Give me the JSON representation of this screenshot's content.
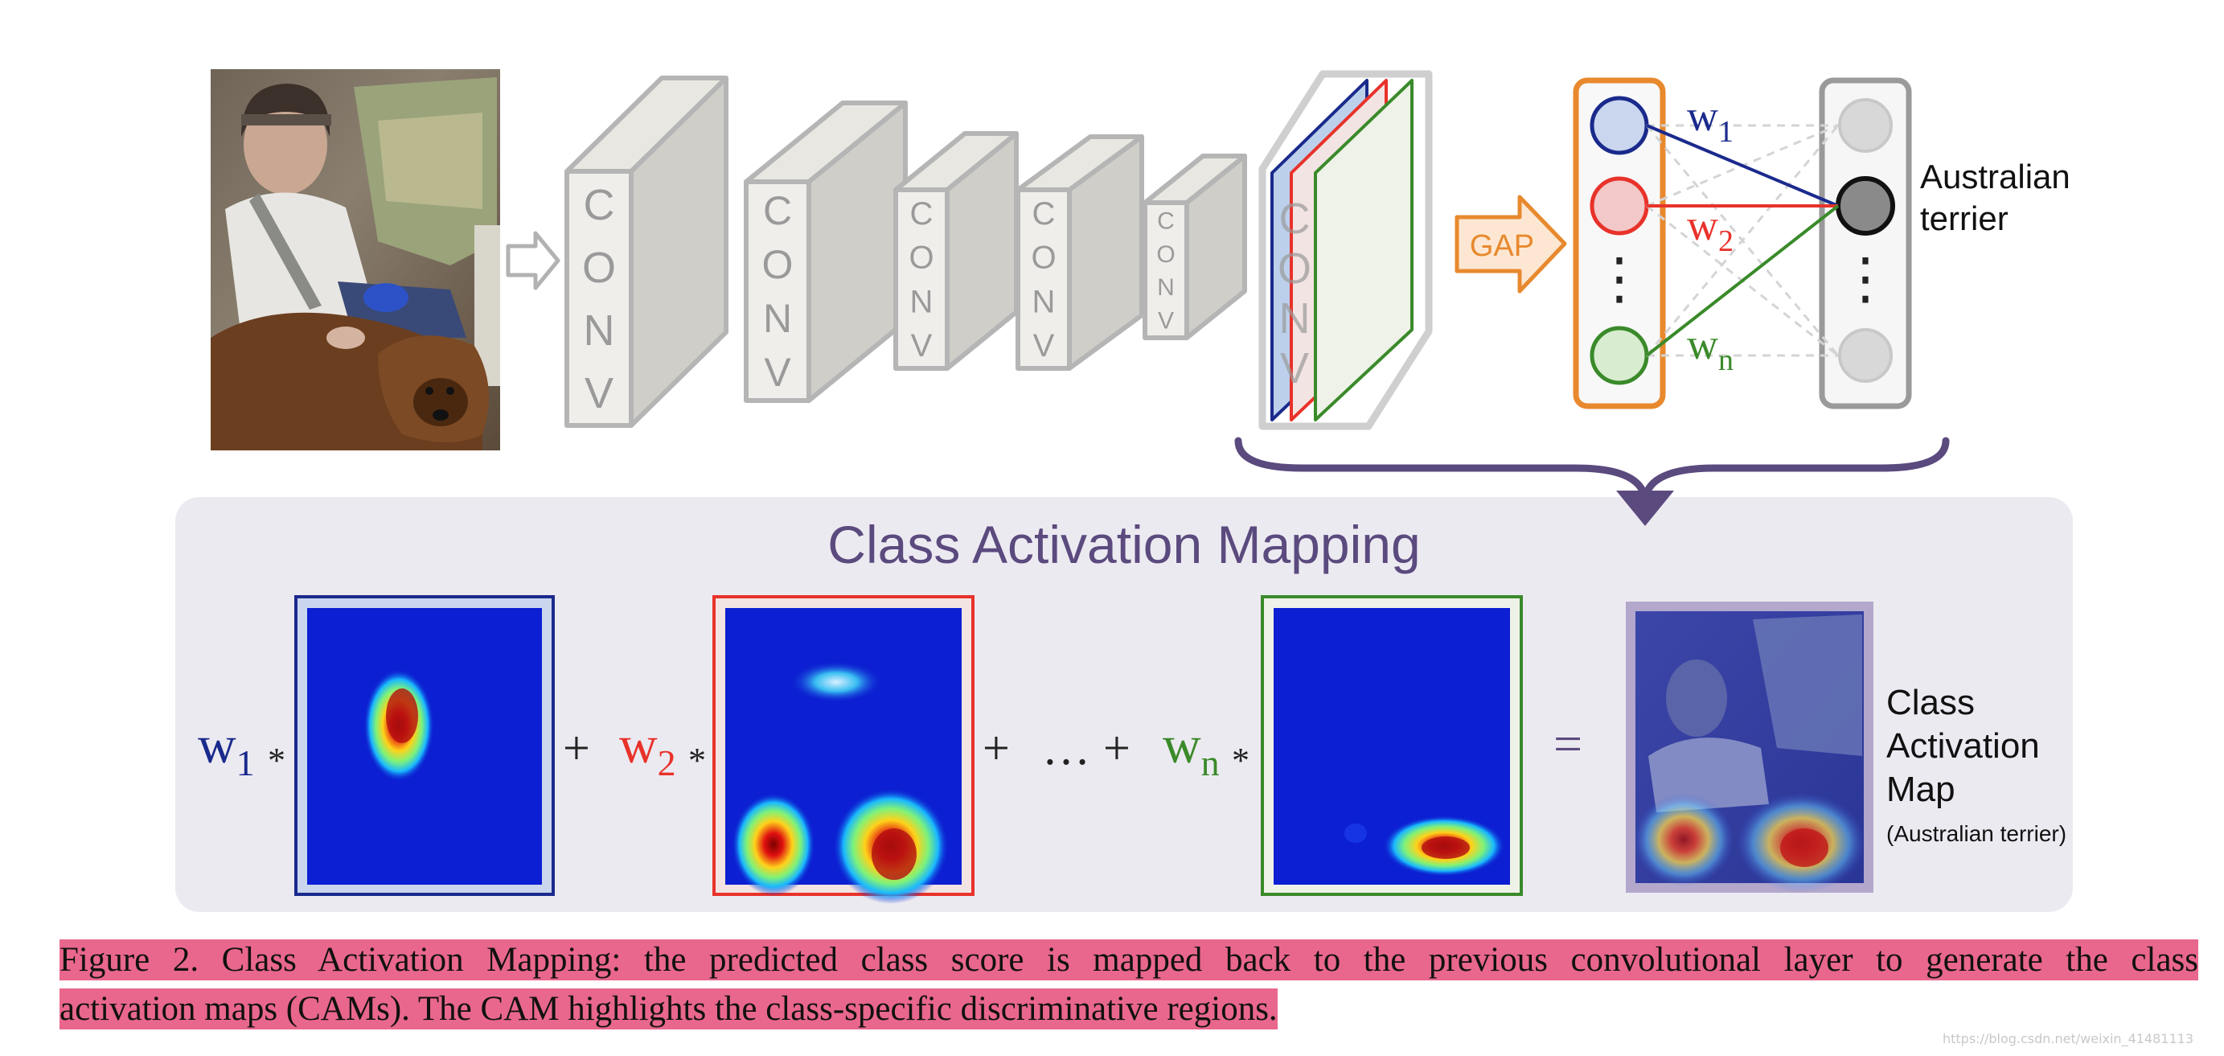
{
  "network": {
    "input_image_label": "",
    "conv_label_letters": [
      "C",
      "O",
      "N",
      "V"
    ],
    "gap_label": "GAP",
    "weights": {
      "w1_base": "w",
      "w1_sub": "1",
      "w2_base": "w",
      "w2_sub": "2",
      "wn_base": "w",
      "wn_sub": "n"
    },
    "ellipsis": "⋮",
    "class_label_line1": "Australian",
    "class_label_line2": "terrier"
  },
  "cam_panel": {
    "title": "Class Activation Mapping",
    "terms": [
      {
        "weight_base": "w",
        "weight_sub": "1",
        "op": "*"
      },
      {
        "weight_base": "w",
        "weight_sub": "2",
        "op": "*"
      },
      {
        "weight_base": "w",
        "weight_sub": "n",
        "op": "*"
      }
    ],
    "plus": "+",
    "dots": "…",
    "equals": "=",
    "result_label_line1": "Class",
    "result_label_line2": "Activation",
    "result_label_line3": "Map",
    "result_label_sub": "(Australian terrier)"
  },
  "colors": {
    "blue": "#1a2a8c",
    "red": "#e8322a",
    "green": "#3a8a2a",
    "orange": "#e8892e",
    "purple": "#5b4a7e",
    "panel_bg": "#eceaf1",
    "caption_highlight": "#e9678c"
  },
  "caption": {
    "line1": "Figure 2. Class Activation Mapping: the predicted class score is mapped back to the previous convolutional layer to generate the class",
    "line2": "activation maps (CAMs). The CAM highlights the class-specific discriminative regions."
  },
  "watermark": "https://blog.csdn.net/weixin_41481113"
}
